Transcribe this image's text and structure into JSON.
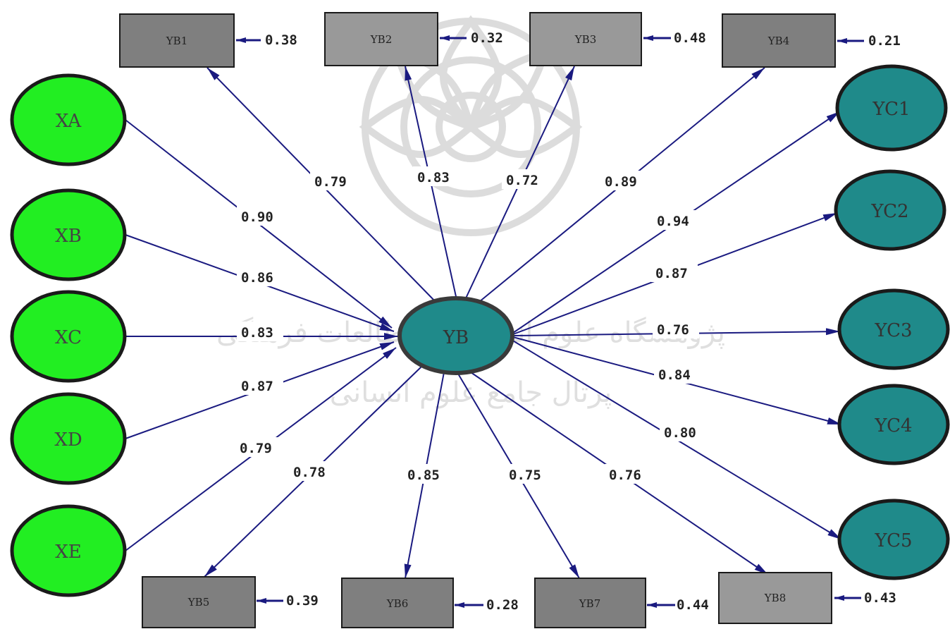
{
  "colors": {
    "exogenous_fill": "#22ee22",
    "endogenous_fill": "#1f8a8a",
    "box_fill": "#7f7f7f",
    "box_fill_light": "#999999",
    "arrow": "#1a1a80",
    "outline": "#1a1a1a"
  },
  "watermark": {
    "text_line1": "پژوهشگاه علوم انسانی و مطالعات فرهنگی",
    "text_line2": "پرتال جامع علوم انسانی"
  },
  "latent": {
    "XA": {
      "label": "XA"
    },
    "XB": {
      "label": "XB"
    },
    "XC": {
      "label": "XC"
    },
    "XD": {
      "label": "XD"
    },
    "XE": {
      "label": "XE"
    },
    "YB": {
      "label": "YB"
    },
    "YC1": {
      "label": "YC1"
    },
    "YC2": {
      "label": "YC2"
    },
    "YC3": {
      "label": "YC3"
    },
    "YC4": {
      "label": "YC4"
    },
    "YC5": {
      "label": "YC5"
    }
  },
  "observed": {
    "YB1": {
      "label": "YB1",
      "error": "0.38"
    },
    "YB2": {
      "label": "YB2",
      "error": "0.32"
    },
    "YB3": {
      "label": "YB3",
      "error": "0.48"
    },
    "YB4": {
      "label": "YB4",
      "error": "0.21"
    },
    "YB5": {
      "label": "YB5",
      "error": "0.39"
    },
    "YB6": {
      "label": "YB6",
      "error": "0.28"
    },
    "YB7": {
      "label": "YB7",
      "error": "0.44"
    },
    "YB8": {
      "label": "YB8",
      "error": "0.43"
    }
  },
  "paths": {
    "XA_YB": "0.90",
    "XB_YB": "0.86",
    "XC_YB": "0.83",
    "XD_YB": "0.87",
    "XE_YB": "0.79",
    "YB_YB1": "0.79",
    "YB_YB2": "0.83",
    "YB_YB3": "0.72",
    "YB_YB4": "0.89",
    "YB_YB5": "0.78",
    "YB_YB6": "0.85",
    "YB_YB7": "0.75",
    "YB_YB8": "0.76",
    "YB_YC1": "0.94",
    "YB_YC2": "0.87",
    "YB_YC3": "0.76",
    "YB_YC4": "0.84",
    "YB_YC5": "0.80"
  }
}
